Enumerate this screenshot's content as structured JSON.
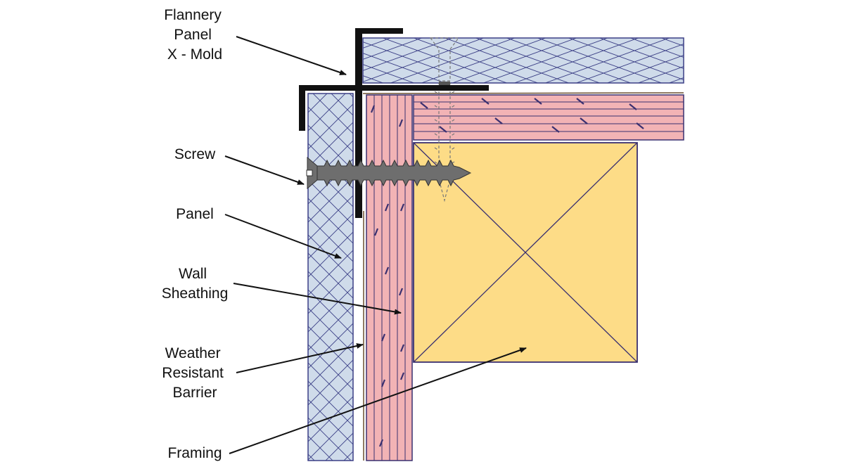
{
  "labels": {
    "xmold": [
      "Flannery",
      "Panel",
      "X - Mold"
    ],
    "screw": [
      "Screw"
    ],
    "panel": [
      "Panel"
    ],
    "sheathing": [
      "Wall",
      "Sheathing"
    ],
    "wrb": [
      "Weather",
      "Resistant",
      "Barrier"
    ],
    "framing": [
      "Framing"
    ]
  },
  "colors": {
    "panel_fill": "#cfdbea",
    "panel_hatch": "#3b3f86",
    "sheathing_fill": "#f2b3b5",
    "sheathing_line": "#3a3070",
    "framing_fill": "#fddc87",
    "framing_stroke": "#3a3070",
    "mold": "#111111",
    "screw": "#6e6e6e",
    "barrier": "#6b4e2e"
  }
}
